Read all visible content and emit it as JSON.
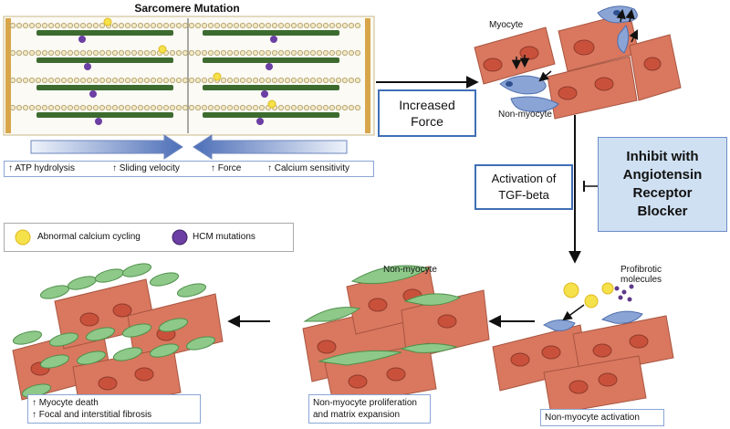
{
  "sarcomere": {
    "title": "Sarcomere Mutation",
    "effects": [
      "↑ ATP hydrolysis",
      "↑ Sliding velocity",
      "↑ Force",
      "↑ Calcium sensitivity"
    ]
  },
  "legend": {
    "calcium": "Abnormal calcium cycling",
    "hcm": "HCM mutations"
  },
  "labels": {
    "myocyte": "Myocyte",
    "non_myocyte_top": "Non-myocyte",
    "non_myocyte_mid": "Non-myocyte",
    "profibrotic": "Profibrotic\nmolecules"
  },
  "boxes": {
    "increased_force": "Increased Force",
    "activation_tgf": "Activation of TGF-beta",
    "blocker": "Inhibit with Angiotensin Receptor Blocker"
  },
  "captions": {
    "death_line1": "↑ Myocyte death",
    "death_line2": "↑ Focal and interstitial fibrosis",
    "prolif": "Non-myocyte proliferation and matrix expansion",
    "activation": "Non-myocyte activation"
  },
  "colors": {
    "myocyte": "#d9785f",
    "nucleus": "#c9513b",
    "fibroblast": "#8ec98a",
    "non_myocyte_blue": "#8aa4d6",
    "accent_border": "#3f6fb5",
    "blocker_bg": "#cfe0f2"
  }
}
